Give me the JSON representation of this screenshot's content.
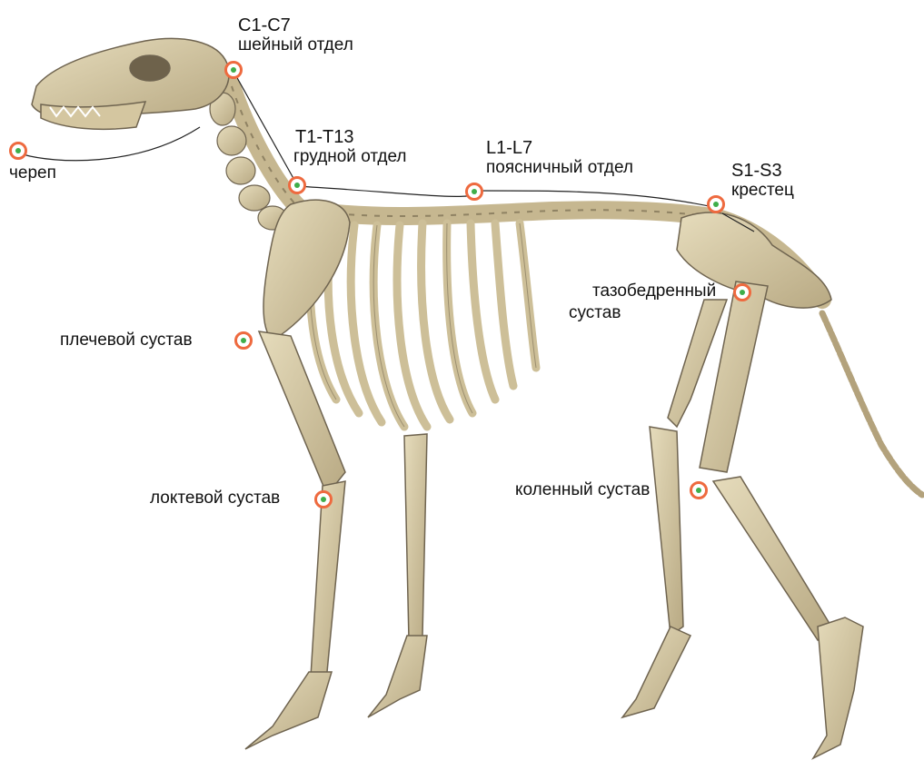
{
  "labels": {
    "skull": "череп",
    "cervical": {
      "code": "C1-C7",
      "name": "шейный отдел"
    },
    "thoracic": {
      "code": "T1-T13",
      "name": "грудной отдел"
    },
    "lumbar": {
      "code": "L1-L7",
      "name": "поясничный отдел"
    },
    "sacrum": {
      "code": "S1-S3",
      "name": "крестец"
    },
    "shoulder": "плечевой сустав",
    "elbow": "локтевой сустав",
    "hip": {
      "line1": "тазобедренный",
      "line2": "сустав"
    },
    "knee": "коленный сустав"
  },
  "colors": {
    "bone": "#d8cba6",
    "bone_shade": "#a9997a",
    "bone_outline": "#6f6450",
    "marker_ring": "#ee6a3f",
    "marker_dot": "#3fae4a",
    "leader_line": "#222222"
  },
  "icons": {
    "marker": "target-marker-icon"
  }
}
